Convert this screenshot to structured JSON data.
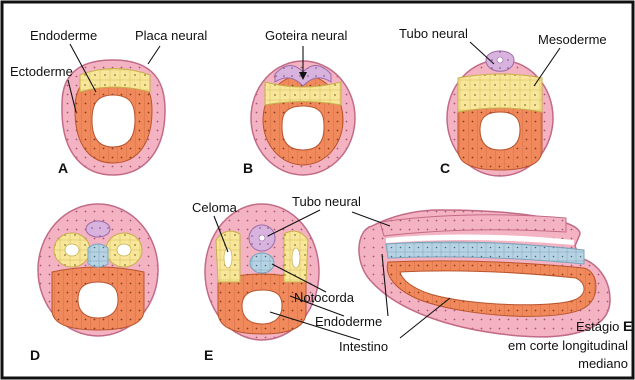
{
  "colors": {
    "ectoderm": "#f4b3c3",
    "ectoderm_line": "#c26b86",
    "endoderm": "#f08a5c",
    "endoderm_line": "#b9532c",
    "mesoderm": "#f8e79a",
    "mesoderm_line": "#c9ae4a",
    "neural": "#d7b3de",
    "notochord": "#b7d3e3",
    "frame": "#111111"
  },
  "panels": {
    "A": {
      "letter": "A",
      "label_endoderme": "Endoderme",
      "label_placa": "Placa neural",
      "label_ectoderme": "Ectoderme"
    },
    "B": {
      "letter": "B",
      "label_goteira": "Goteira neural"
    },
    "C": {
      "letter": "C",
      "label_tubo": "Tubo neural",
      "label_mesoderme": "Mesoderme"
    },
    "D": {
      "letter": "D"
    },
    "E": {
      "letter": "E",
      "label_celoma": "Celoma",
      "label_tubo": "Tubo neural",
      "label_notocorda": "Notocorda",
      "label_endoderme": "Endoderme",
      "label_intestino": "Intestino",
      "caption_prefix": "Estágio ",
      "caption_letter": "E",
      "caption_line2": "em corte longitudinal",
      "caption_line3": "mediano"
    }
  }
}
